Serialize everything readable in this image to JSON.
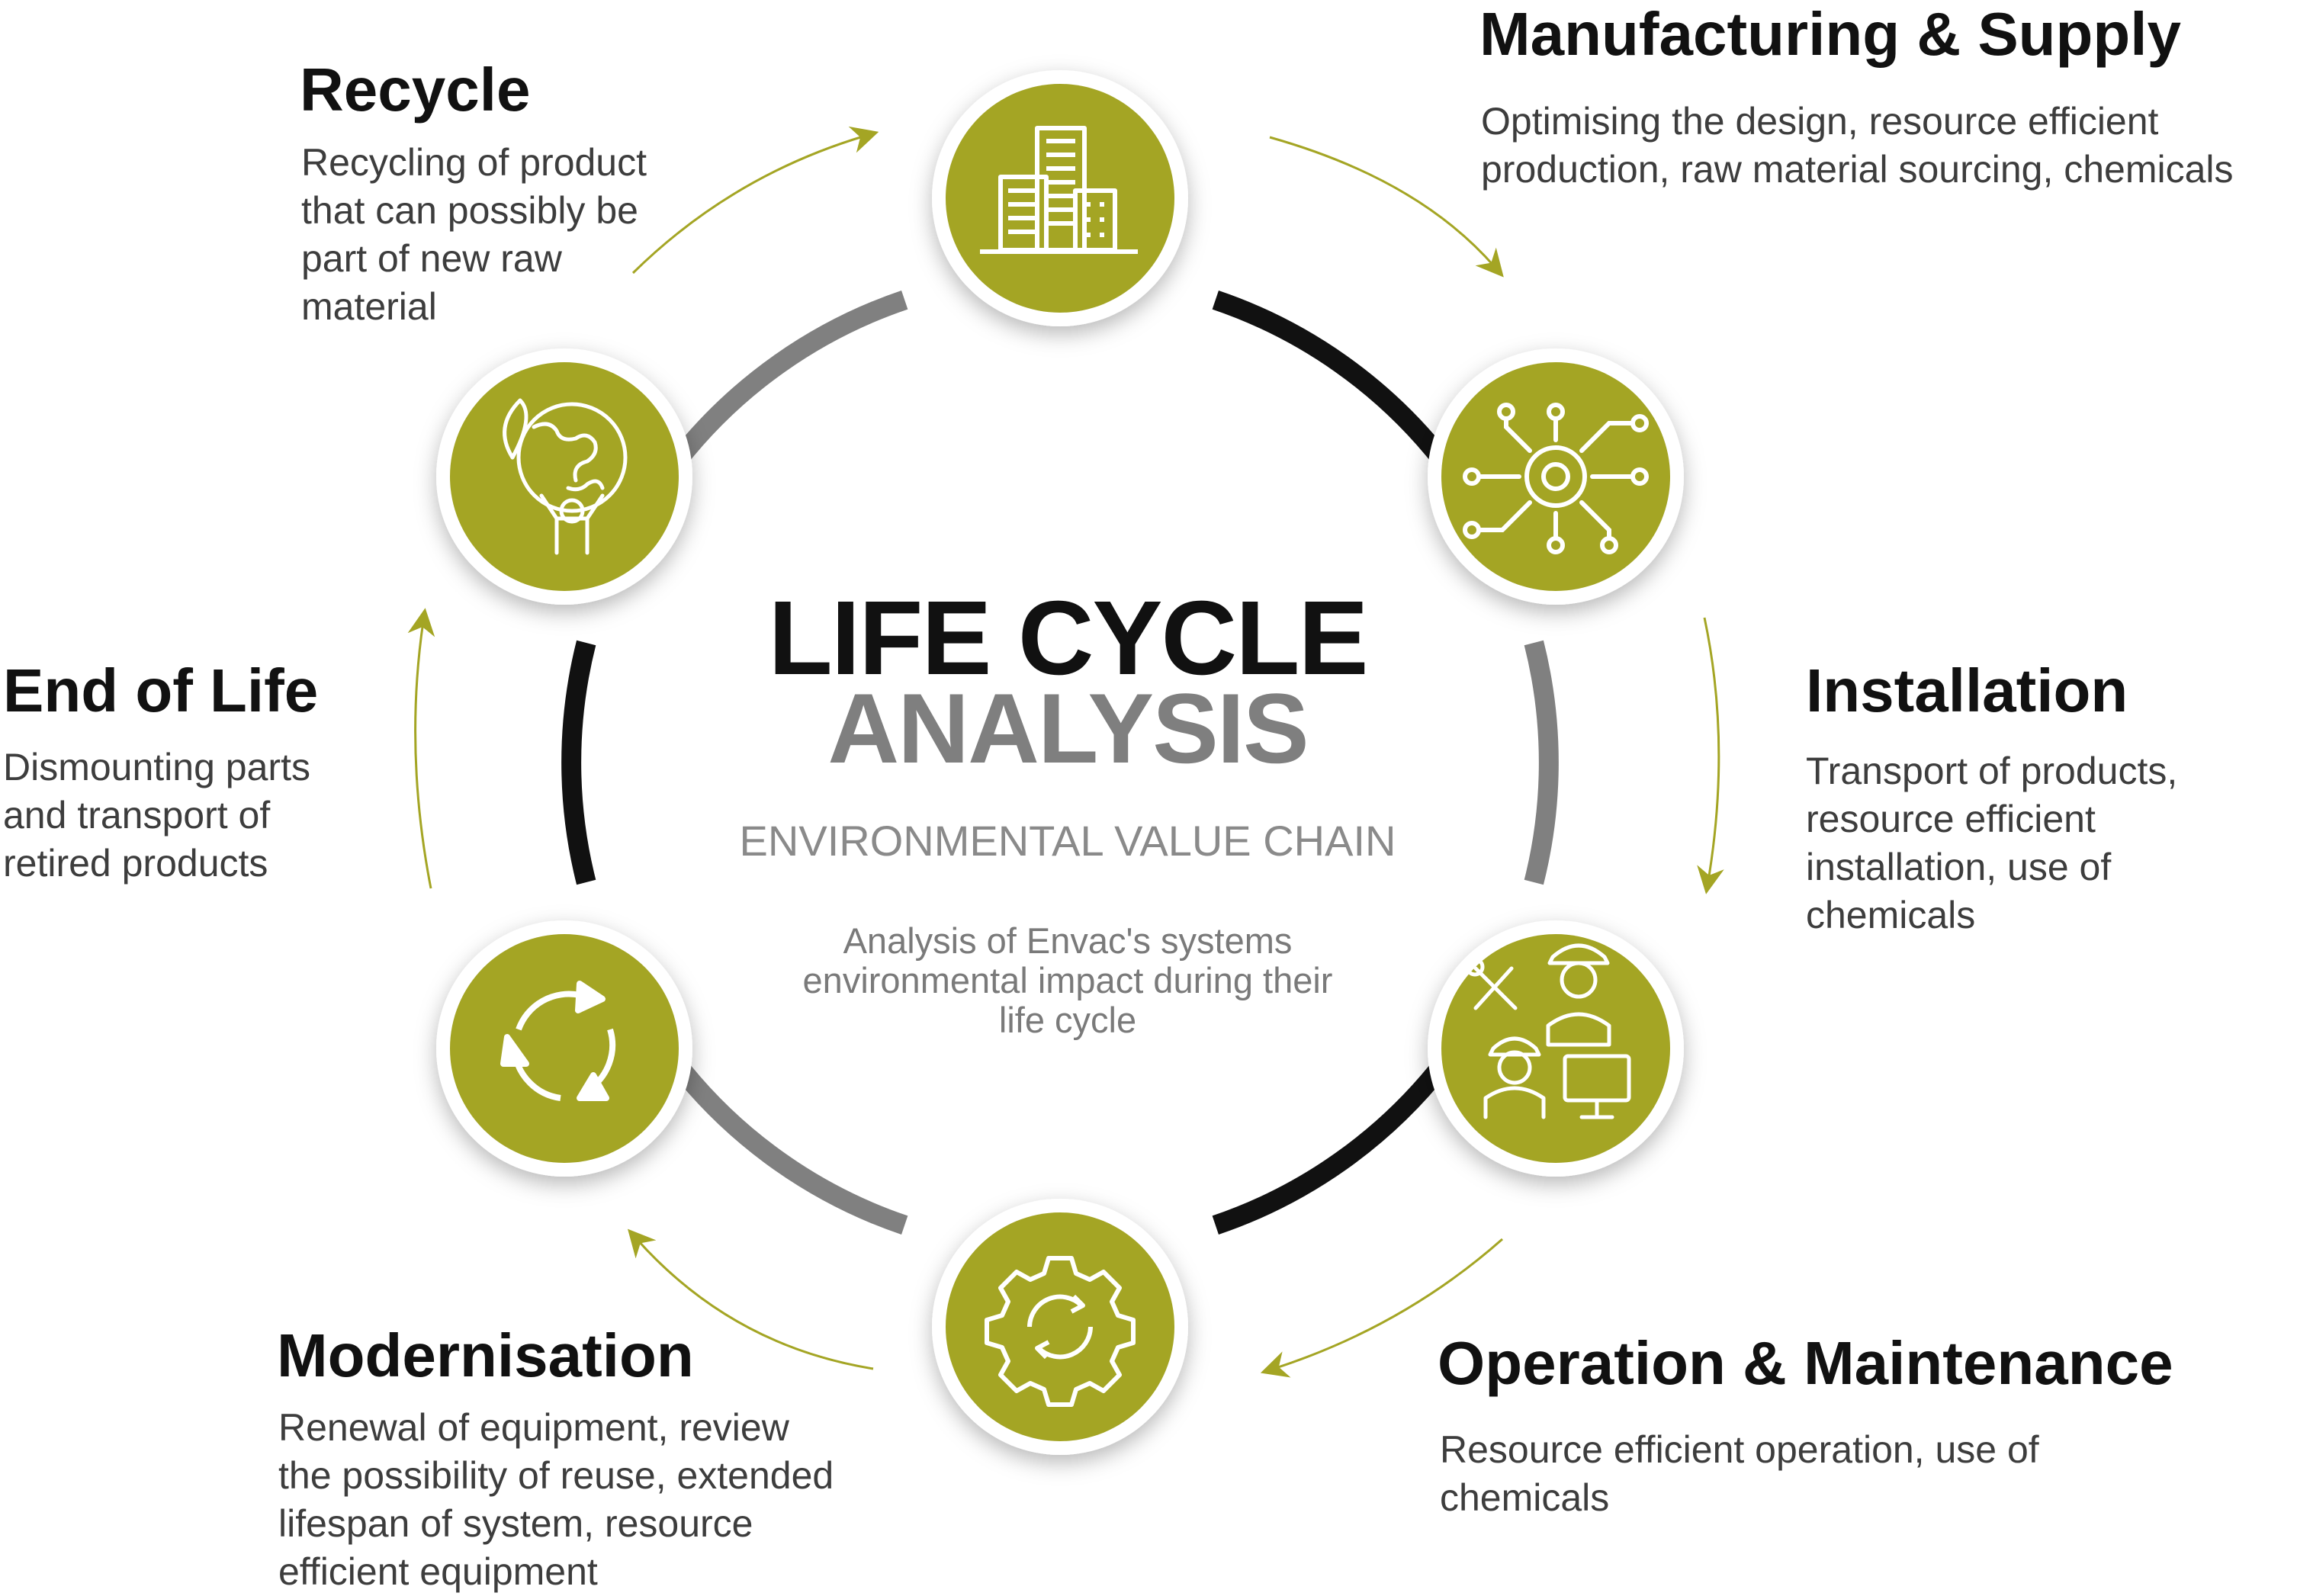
{
  "center": {
    "title_line1": "LIFE CYCLE",
    "title_line2": "ANALYSIS",
    "subtitle": "ENVIRONMENTAL VALUE CHAIN",
    "description": "Analysis of Envac's systems environmental impact during their life cycle"
  },
  "stages": {
    "manufacturing": {
      "title": "Manufacturing & Supply",
      "description": "Optimising the design, resource efficient production, raw material sourcing, chemicals",
      "icon": "buildings-icon"
    },
    "installation": {
      "title": "Installation",
      "description": "Transport of products, resource efficient installation, use of chemicals",
      "icon": "circuit-gear-icon"
    },
    "operation": {
      "title": "Operation & Maintenance",
      "description": "Resource efficient operation, use of chemicals",
      "icon": "workers-icon"
    },
    "modernisation": {
      "title": "Modernisation",
      "description": "Renewal of equipment, review the possibility of reuse, extended lifespan of system, resource efficient equipment",
      "icon": "gear-refresh-icon"
    },
    "end_of_life": {
      "title": "End of Life",
      "description": "Dismounting parts and transport of retired products",
      "icon": "recycle-arrows-icon"
    },
    "recycle": {
      "title": "Recycle",
      "description": "Recycling of product that can possibly be part of new raw material",
      "icon": "globe-person-icon"
    }
  },
  "colors": {
    "accent": "#a4a524",
    "ring_dark": "#111111",
    "ring_gray": "#808080",
    "title_gray": "#7f7f7f",
    "text": "#3d3d3d"
  }
}
